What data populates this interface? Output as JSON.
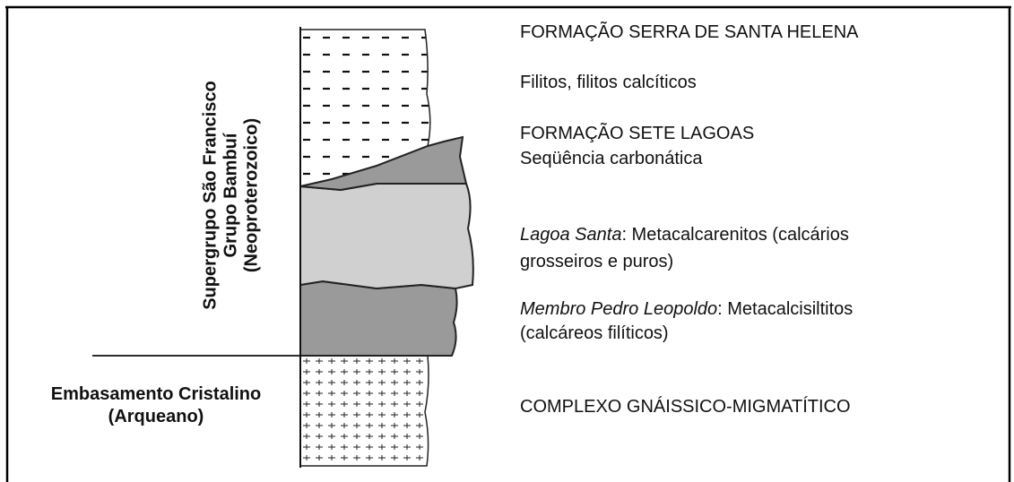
{
  "left_labels": {
    "supergroup": {
      "line1": "Supergrupo São Francisco",
      "line2": "Grupo Bambuí",
      "line3": "(Neoproterozoico)"
    },
    "basement": {
      "line1": "Embasamento Cristalino",
      "line2": "(Arqueano)"
    }
  },
  "right_labels": {
    "serra_title": "FORMAÇÃO SERRA DE SANTA HELENA",
    "serra_desc": "Filitos, filitos calcíticos",
    "sete_title": "FORMAÇÃO SETE LAGOAS",
    "sete_desc": "Seqüência carbonática",
    "lagoa_name": "Lagoa Santa",
    "lagoa_rest": ": Metacalcarenitos (calcários",
    "lagoa_line2": "grosseiros e puros)",
    "pedro_name": "Membro Pedro Leopoldo",
    "pedro_rest": ": Metacalcisiltitos",
    "pedro_line2": "(calcáreos filíticos)",
    "complexo": "COMPLEXO GNÁISSICO-MIGMATÍTICO"
  },
  "colors": {
    "light_gray": "#d0d0d0",
    "dark_gray": "#9a9a9a",
    "outline": "#222222"
  }
}
